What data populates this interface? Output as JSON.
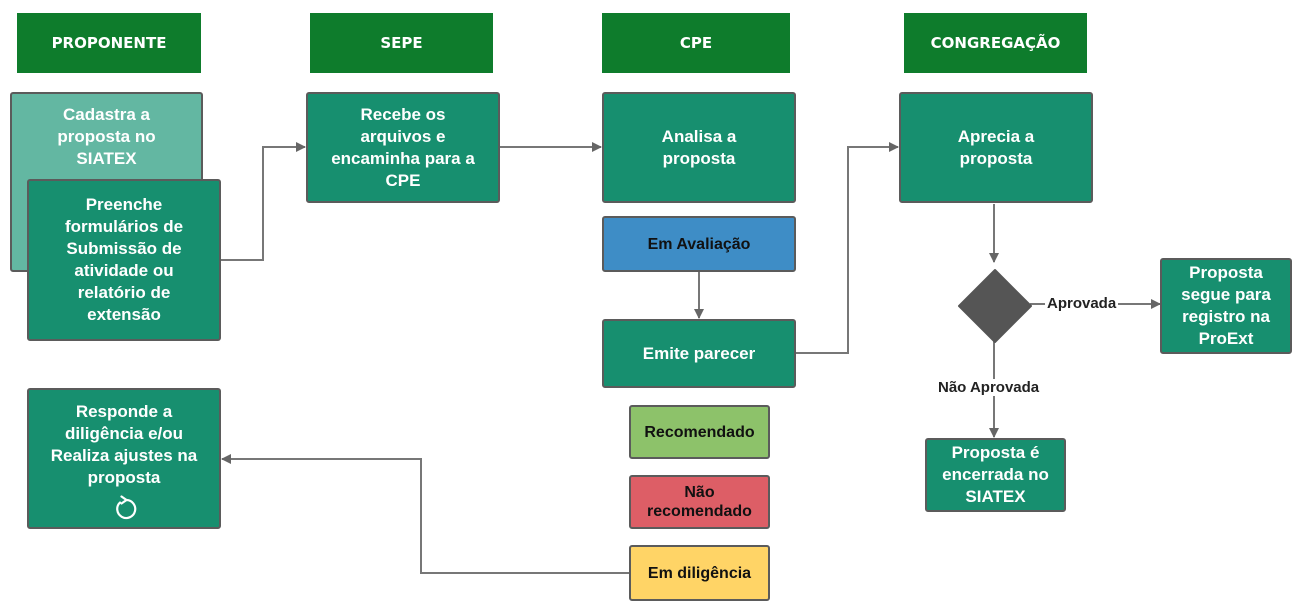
{
  "lanes": [
    "PROPONENTE",
    "SEPE",
    "CPE",
    "CONGREGAÇÃO"
  ],
  "steps": {
    "cadastra": "Cadastra a\nproposta no\nSIATEX",
    "preenche": "Preenche\nformulários de\nSubmissão de\natividade ou\nrelatório de\nextensão",
    "recebe": "Recebe os\narquivos e\nencaminha para a\nCPE",
    "analisa": "Analisa a\nproposta",
    "emite": "Emite parecer",
    "aprecia": "Aprecia a\nproposta",
    "segue": "Proposta\nsegue para\nregistro na\nProExt",
    "encerrada": "Proposta é\nencerrada no\nSIATEX",
    "responde": "Responde a\ndiligência e/ou\nRealiza ajustes na\nproposta"
  },
  "status": {
    "em_avaliacao": "Em Avaliação",
    "recomendado": "Recomendado",
    "nao_recomendado": "Não\nrecomendado",
    "em_diligencia": "Em diligência"
  },
  "edge_labels": {
    "aprovada": "Aprovada",
    "nao_aprovada": "Não Aprovada"
  },
  "icons": {
    "refresh": "refresh-icon"
  },
  "colors": {
    "lane_header": "#0e7c2c",
    "step": "#178f6f",
    "step_light": "#63b7a2",
    "em_avaliacao": "#3e8dc6",
    "recomendado": "#8dc26a",
    "nao_recomendado": "#dd5e66",
    "em_diligencia": "#ffd466",
    "decision": "#555555"
  }
}
